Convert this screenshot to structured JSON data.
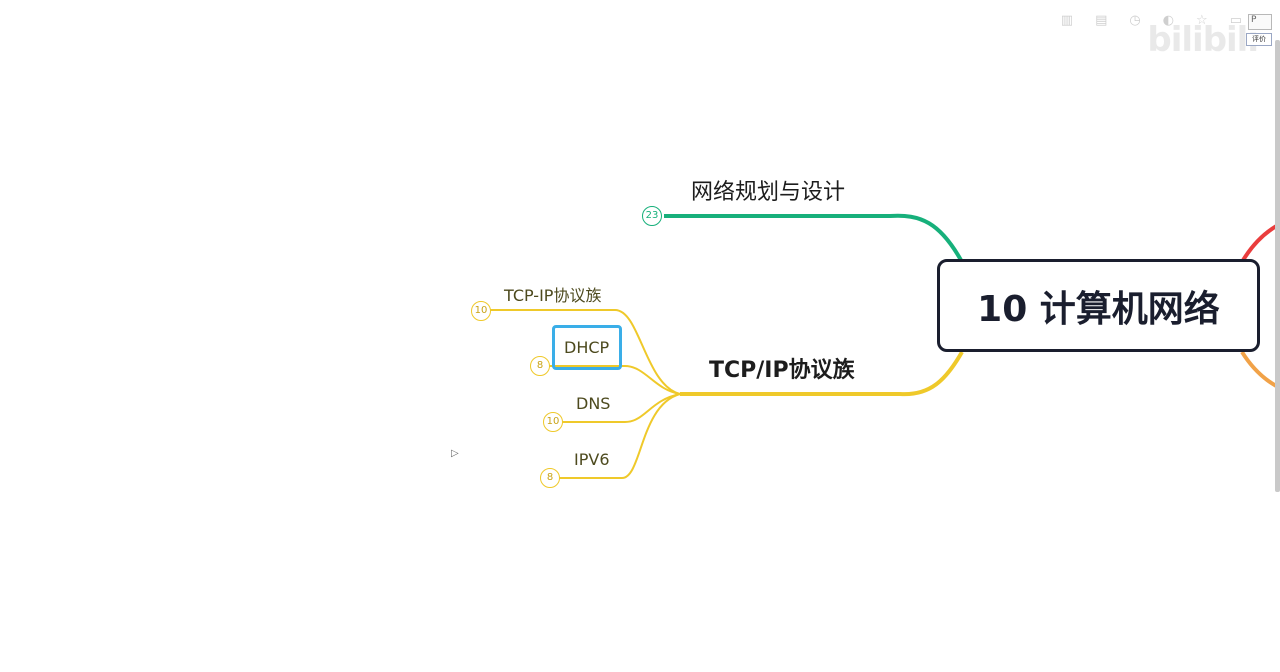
{
  "root": {
    "label": "10 计算机网络"
  },
  "branches": [
    {
      "label": "网络规划与设计",
      "badge": "23",
      "color": "#17b07b"
    },
    {
      "label": "TCP/IP协议族",
      "color": "#efc92a",
      "children": [
        {
          "label": "TCP-IP协议族",
          "badge": "10"
        },
        {
          "label": "DHCP",
          "badge": "8",
          "selected": true
        },
        {
          "label": "DNS",
          "badge": "10"
        },
        {
          "label": "IPV6",
          "badge": "8"
        }
      ]
    }
  ],
  "offscreen_branch_colors": [
    "#ea3d3d",
    "#f1a248"
  ],
  "toolbar": {
    "icons": [
      "view-columns-icon",
      "outline-icon",
      "history-icon",
      "theme-icon",
      "star-icon",
      "window-icon"
    ],
    "mini_input": "P",
    "mini_tooltip": "评价"
  },
  "watermark": "bilibili"
}
